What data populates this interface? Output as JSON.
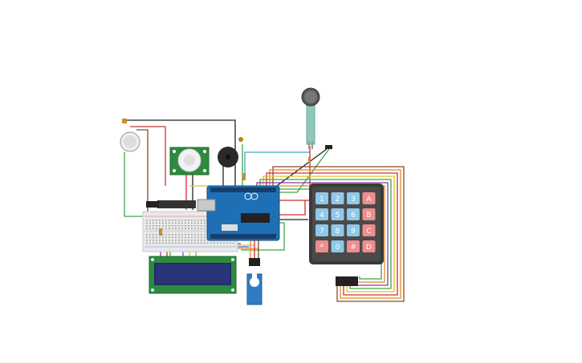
{
  "keypad": {
    "keys": [
      [
        "1",
        "2",
        "3",
        "A"
      ],
      [
        "4",
        "5",
        "6",
        "B"
      ],
      [
        "7",
        "8",
        "9",
        "C"
      ],
      [
        "*",
        "0",
        "#",
        "D"
      ]
    ],
    "colors": {
      "digit": "#8ec8ea",
      "letter": "#ef8d8d",
      "body": "#3a3a3a"
    }
  },
  "colors": {
    "board": "#1f6fb5",
    "breadboard": "#e9e9e9",
    "pcb_green": "#2e8a3e",
    "lcd_screen": "#232c6a",
    "servo": "#2f7cc3",
    "wire_red": "#d62b2b",
    "wire_black": "#222222",
    "wire_green": "#3aa845",
    "wire_orange": "#e0892b",
    "wire_yellow": "#e0c02b",
    "wire_brown": "#8a4a20",
    "wire_purple": "#8b3a9a",
    "wire_cyan": "#3aa8c8"
  }
}
